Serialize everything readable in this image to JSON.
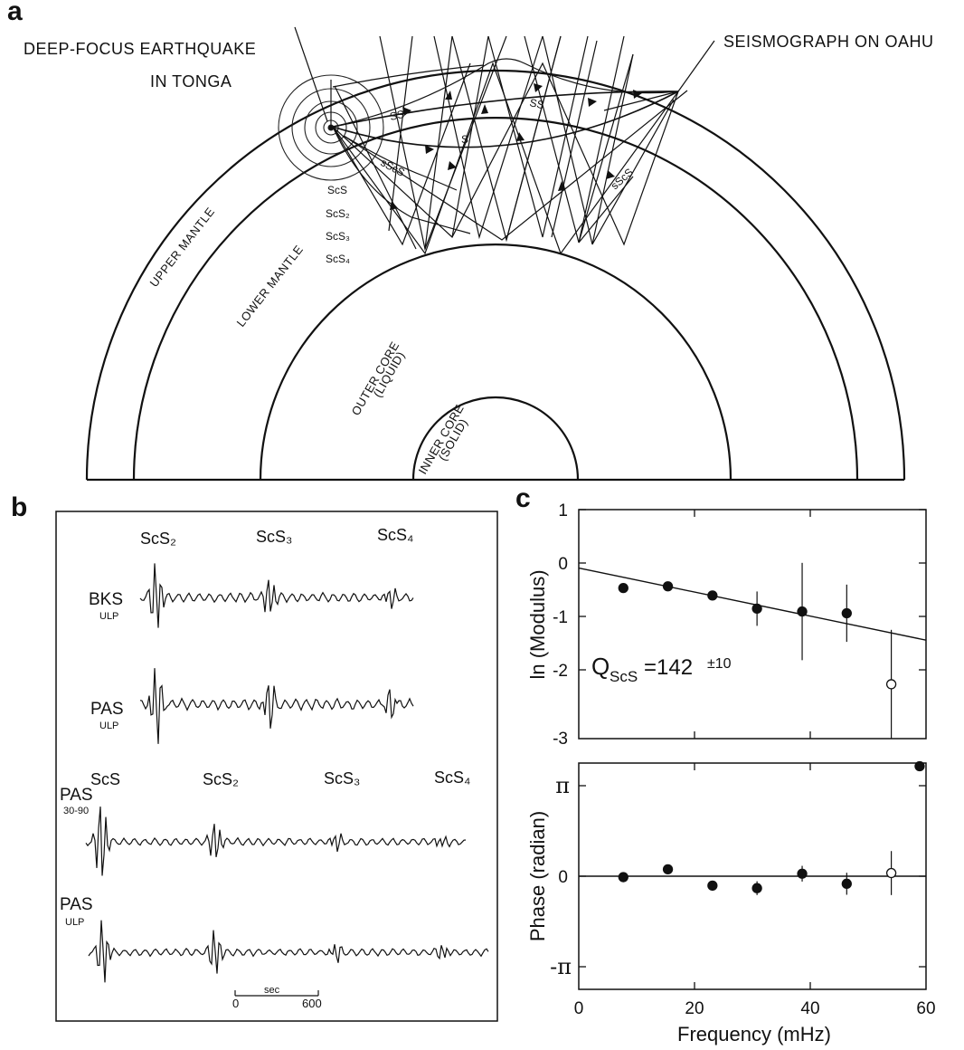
{
  "panel_a": {
    "label": "a",
    "source_label_line1": "DEEP-FOCUS EARTHQUAKE",
    "source_label_line2": "IN TONGA",
    "receiver_label": "SEISMOGRAPH ON OAHU",
    "ray_labels": [
      "SS",
      "SS",
      "S",
      "sScS",
      "sScS"
    ],
    "phase_list": [
      "ScS",
      "ScS₂",
      "ScS₃",
      "ScS₄"
    ],
    "layers": [
      "UPPER MANTLE",
      "LOWER MANTLE",
      "OUTER CORE",
      "(LIQUID)",
      "INNER CORE",
      "(SOLID)"
    ]
  },
  "panel_b": {
    "label": "b",
    "phases_top": [
      "ScS₂",
      "ScS₃",
      "ScS₄"
    ],
    "phases_bottom": [
      "ScS",
      "ScS₂",
      "ScS₃",
      "ScS₄"
    ],
    "traces": [
      {
        "station": "BKS",
        "filter": "ULP"
      },
      {
        "station": "PAS",
        "filter": "ULP"
      },
      {
        "station": "PAS",
        "filter": "30-90"
      },
      {
        "station": "PAS",
        "filter": "ULP"
      }
    ],
    "scale": {
      "start": "0",
      "unit": "sec",
      "end": "600"
    }
  },
  "panel_c": {
    "label": "c",
    "annotation_q": "Q",
    "annotation_sub": "ScS",
    "annotation_value": "=142",
    "annotation_err": "±10",
    "xlabel": "Frequency (mHz)",
    "xticks": [
      "0",
      "20",
      "40",
      "60"
    ],
    "top": {
      "ylabel": "ln (Modulus)",
      "yticks": [
        "1",
        "0",
        "-1",
        "-2",
        "-3"
      ],
      "ylim": [
        -3,
        1
      ]
    },
    "bottom": {
      "ylabel": "Phase (radian)",
      "yticks": [
        "π",
        "0",
        "-π"
      ],
      "ylim": [
        -3.6,
        3.6
      ]
    }
  },
  "chart_data": [
    {
      "type": "scatter",
      "xlim": [
        0,
        60
      ],
      "ylim": [
        -3,
        1
      ],
      "points": [
        {
          "x": 7.7,
          "y": -0.37,
          "err": 0.0,
          "filled": true
        },
        {
          "x": 15.4,
          "y": -0.34,
          "err": 0.0,
          "filled": true
        },
        {
          "x": 23.1,
          "y": -0.5,
          "err": 0.0,
          "filled": true
        },
        {
          "x": 30.8,
          "y": -0.73,
          "err": 0.3,
          "filled": true
        },
        {
          "x": 38.6,
          "y": -0.78,
          "err": 0.85,
          "filled": true
        },
        {
          "x": 46.3,
          "y": -0.81,
          "err": 0.5,
          "filled": true
        },
        {
          "x": 54.0,
          "y": -2.05,
          "err": 0.95,
          "filled": false
        }
      ],
      "fit_line": {
        "x": [
          0,
          60
        ],
        "y": [
          -0.02,
          -1.28
        ]
      }
    },
    {
      "type": "scatter",
      "xlim": [
        0,
        60
      ],
      "ylim": [
        -3.6,
        3.6
      ],
      "points": [
        {
          "x": 7.7,
          "y": -0.03,
          "err": 0.0,
          "filled": true
        },
        {
          "x": 15.4,
          "y": 0.22,
          "err": 0.0,
          "filled": true
        },
        {
          "x": 23.1,
          "y": -0.3,
          "err": 0.0,
          "filled": true
        },
        {
          "x": 30.8,
          "y": -0.38,
          "err": 0.22,
          "filled": true
        },
        {
          "x": 38.6,
          "y": 0.08,
          "err": 0.25,
          "filled": true
        },
        {
          "x": 46.3,
          "y": -0.24,
          "err": 0.35,
          "filled": true
        },
        {
          "x": 54.0,
          "y": 0.1,
          "err": 0.7,
          "filled": false
        },
        {
          "x": 58.9,
          "y": 3.5,
          "err": 0.0,
          "filled": true
        }
      ],
      "fit_line": {
        "x": [
          0,
          60
        ],
        "y": [
          0,
          0
        ]
      }
    }
  ]
}
